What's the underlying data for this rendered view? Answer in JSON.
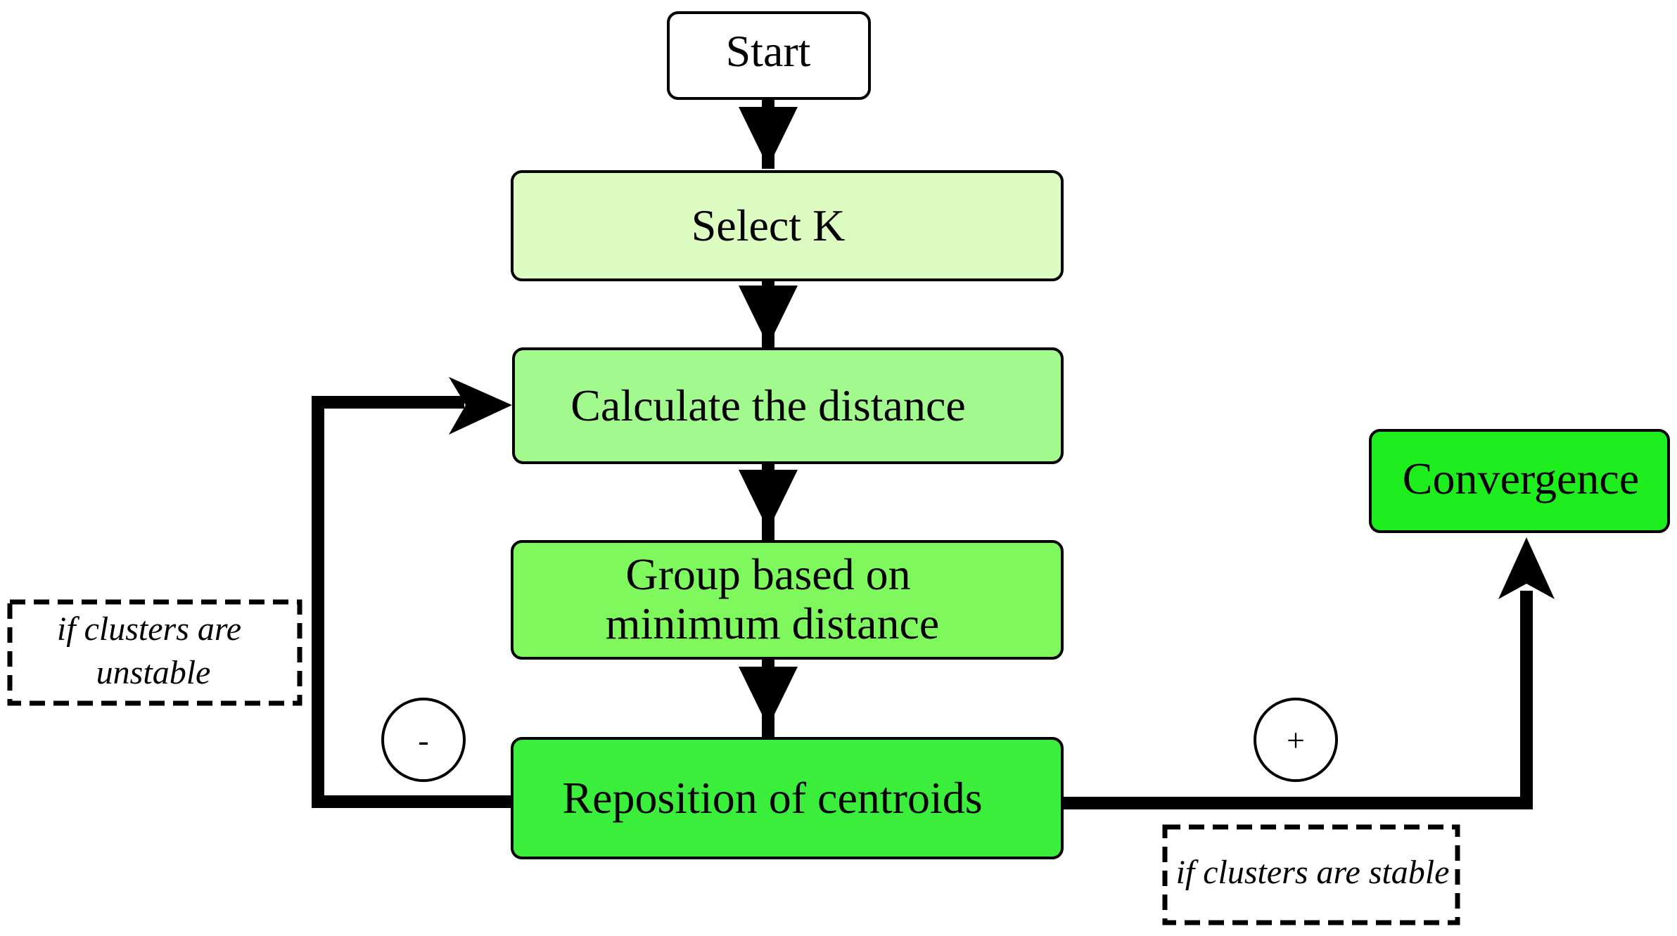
{
  "diagram": {
    "nodes": {
      "start": "Start",
      "select_k": "Select K",
      "calc_distance": "Calculate the distance",
      "group_line1": "Group based on",
      "group_line2": "minimum distance",
      "reposition": "Reposition of centroids",
      "convergence": "Convergence"
    },
    "notes": {
      "unstable_line1": "if clusters are",
      "unstable_line2": "unstable",
      "stable": "if clusters are stable"
    },
    "signs": {
      "minus": "-",
      "plus": "+"
    },
    "colors": {
      "start": "#ffffff",
      "select_k": "#dcfcc2",
      "calc_distance": "#a2fa8e",
      "group": "#7ef85c",
      "reposition": "#3cee3c",
      "convergence": "#1eee1e",
      "edge": "#000000"
    }
  }
}
